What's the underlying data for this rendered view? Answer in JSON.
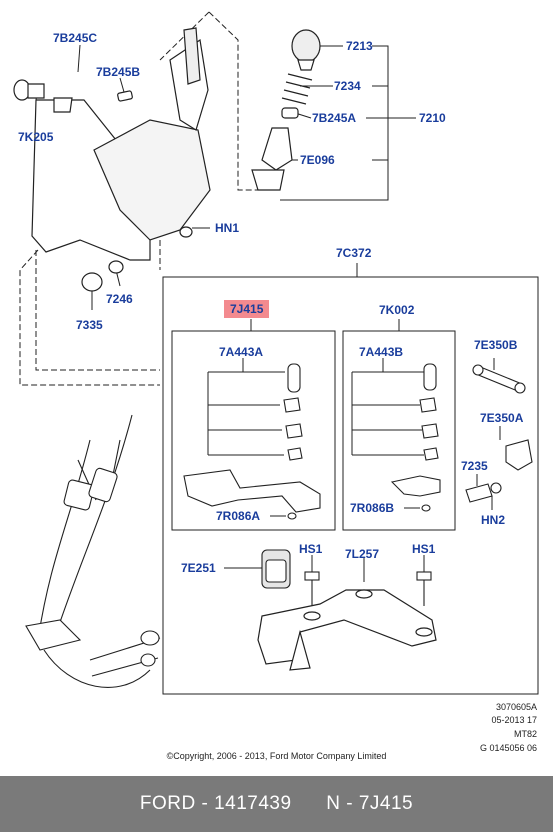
{
  "labels": {
    "l7B245C": "7B245C",
    "l7B245B": "7B245B",
    "l7K205": "7K205",
    "l7213": "7213",
    "l7234": "7234",
    "l7B245A": "7B245A",
    "l7210": "7210",
    "l7E096": "7E096",
    "lHN1": "HN1",
    "l7C372": "7C372",
    "l7246": "7246",
    "l7335": "7335",
    "l7J415": "7J415",
    "l7K002": "7K002",
    "l7A443A": "7A443A",
    "l7A443B": "7A443B",
    "l7E350B": "7E350B",
    "l7E350A": "7E350A",
    "l7235": "7235",
    "lHN2": "HN2",
    "l7R086A": "7R086A",
    "l7R086B": "7R086B",
    "l7E251": "7E251",
    "lHS1a": "HS1",
    "lHS1b": "HS1",
    "l7L257": "7L257"
  },
  "meta": {
    "ref": "3070605A",
    "date": "05-2013 17",
    "trans": "MT82",
    "doc": "G 0145056 06"
  },
  "copyright": "©Copyright, 2006 - 2013, Ford Motor Company Limited",
  "footer": {
    "brand_part": "FORD - 1417439",
    "component": "N - 7J415"
  },
  "colors": {
    "label_blue": "#1a3d9c",
    "highlight": "#f38a8f",
    "footer_bg": "#7a7a7a"
  }
}
